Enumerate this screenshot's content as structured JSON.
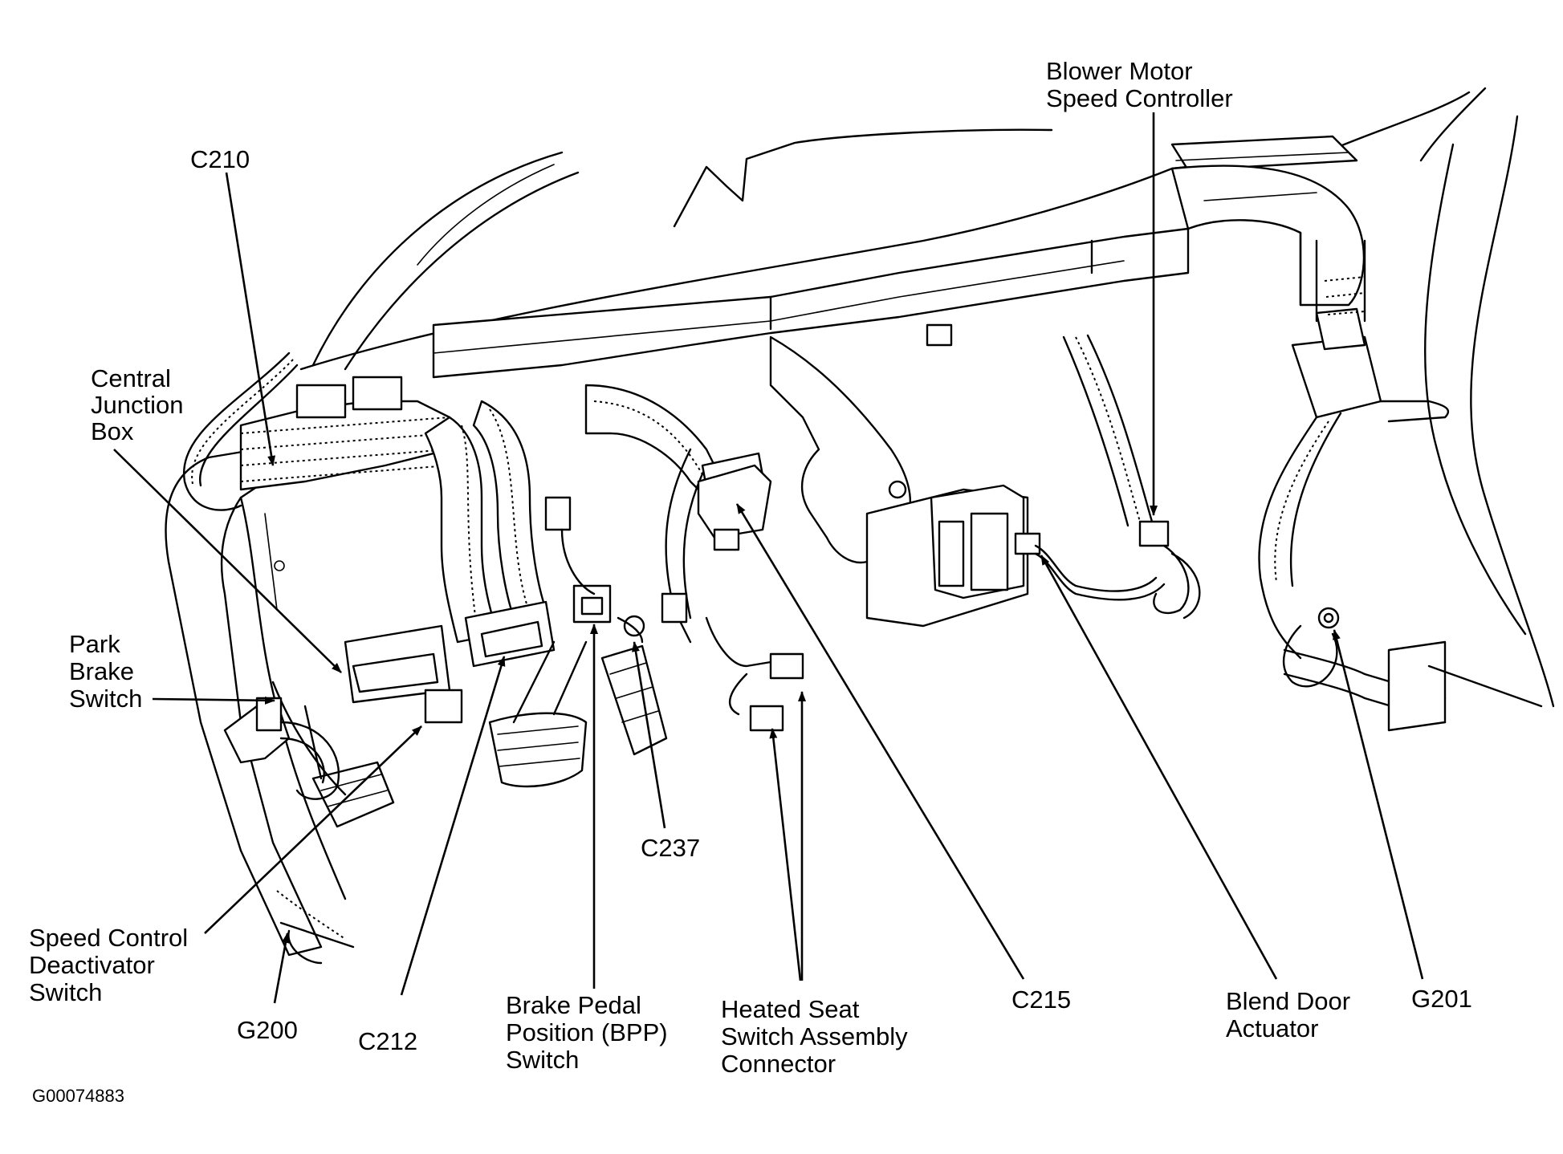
{
  "labels": {
    "blower_motor": [
      "Blower Motor",
      "Speed Controller"
    ],
    "c210": [
      "C210"
    ],
    "central_junction": [
      "Central",
      "Junction",
      "Box"
    ],
    "park_brake": [
      "Park",
      "Brake",
      "Switch"
    ],
    "speed_control": [
      "Speed Control",
      "Deactivator",
      "Switch"
    ],
    "g200": [
      "G200"
    ],
    "c212": [
      "C212"
    ],
    "bpp_switch": [
      "Brake Pedal",
      "Position (BPP)",
      "Switch"
    ],
    "c237": [
      "C237"
    ],
    "heated_seat": [
      "Heated Seat",
      "Switch Assembly",
      "Connector"
    ],
    "c215": [
      "C215"
    ],
    "blend_door": [
      "Blend Door",
      "Actuator"
    ],
    "g201": [
      "G201"
    ]
  },
  "figure_id": "G00074883"
}
